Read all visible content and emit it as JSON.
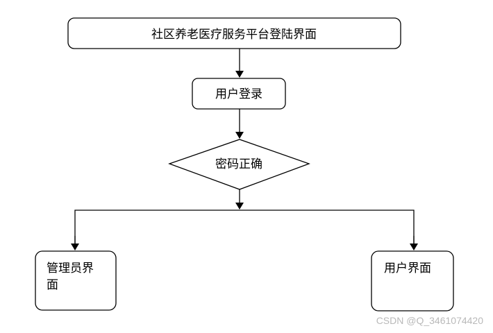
{
  "nodes": {
    "start": {
      "label": "社区养老医疗服务平台登陆界面",
      "shape": "rounded-rect"
    },
    "login": {
      "label": "用户登录",
      "shape": "rounded-rect"
    },
    "check": {
      "label": "密码正确",
      "shape": "diamond"
    },
    "admin": {
      "line1": "管理员界",
      "line2": "面",
      "shape": "rounded-rect"
    },
    "user": {
      "label": "用户界面",
      "shape": "rounded-rect"
    }
  },
  "edges": [
    {
      "from": "start",
      "to": "login"
    },
    {
      "from": "login",
      "to": "check"
    },
    {
      "from": "check",
      "to": "admin"
    },
    {
      "from": "check",
      "to": "user"
    }
  ],
  "watermark": "CSDN @Q_3461074420",
  "colors": {
    "stroke": "#000000",
    "fill": "#ffffff",
    "watermark": "#b9b9b9"
  }
}
